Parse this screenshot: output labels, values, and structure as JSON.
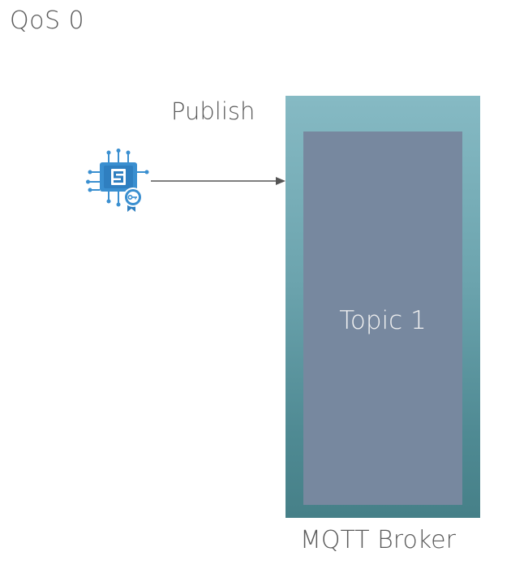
{
  "title": "QoS 0",
  "publish_label": "Publish",
  "topic_label": "Topic 1",
  "broker_label": "MQTT Broker",
  "icons": {
    "device": "iot-device-icon",
    "certificate": "certificate-badge-icon",
    "arrow": "arrow-right-icon"
  },
  "colors": {
    "broker_top": "#86bac4",
    "broker_bottom": "#468088",
    "topic": "#77889f",
    "device_blue": "#3a8fd0"
  }
}
